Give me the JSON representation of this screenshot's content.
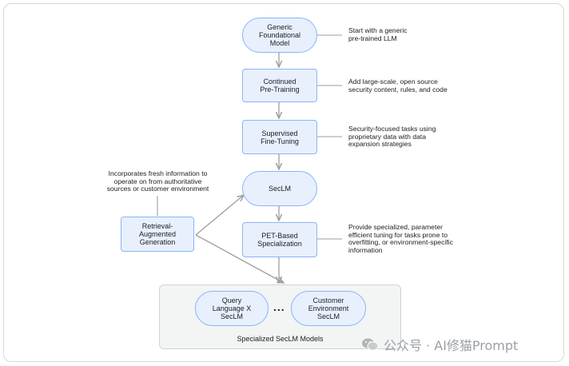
{
  "nodes": {
    "generic": "Generic\nFoundational\nModel",
    "continued": "Continued\nPre-Training",
    "supervised": "Supervised\nFine-Tuning",
    "seclm": "SecLM",
    "retrieval": "Retrieval-\nAugmented\nGeneration",
    "pet": "PET-Based\nSpecialization",
    "query": "Query\nLanguage X\nSecLM",
    "customer": "Customer\nEnvironment\nSecLM"
  },
  "notes": {
    "generic": "Start with a generic\npre-trained LLM",
    "continued": "Add large-scale, open source\nsecurity content, rules, and code",
    "supervised": "Security-focused tasks using\nproprietary data with data\nexpansion strategies",
    "retrieval": "Incorporates fresh information to\noperate on from authoritative\nsources or customer environment",
    "pet": "Provide specialized, parameter\nefficient tuning for tasks prone to\noverfitting, or environment-specific\ninformation"
  },
  "group": {
    "label": "Specialized SecLM Models",
    "ellipsis": "..."
  },
  "watermark": {
    "text": "公众号 · AI修猫Prompt"
  },
  "colors": {
    "node_fill": "#e8f0fe",
    "node_border": "#8ab4f8",
    "connector": "#9e9e9e"
  }
}
